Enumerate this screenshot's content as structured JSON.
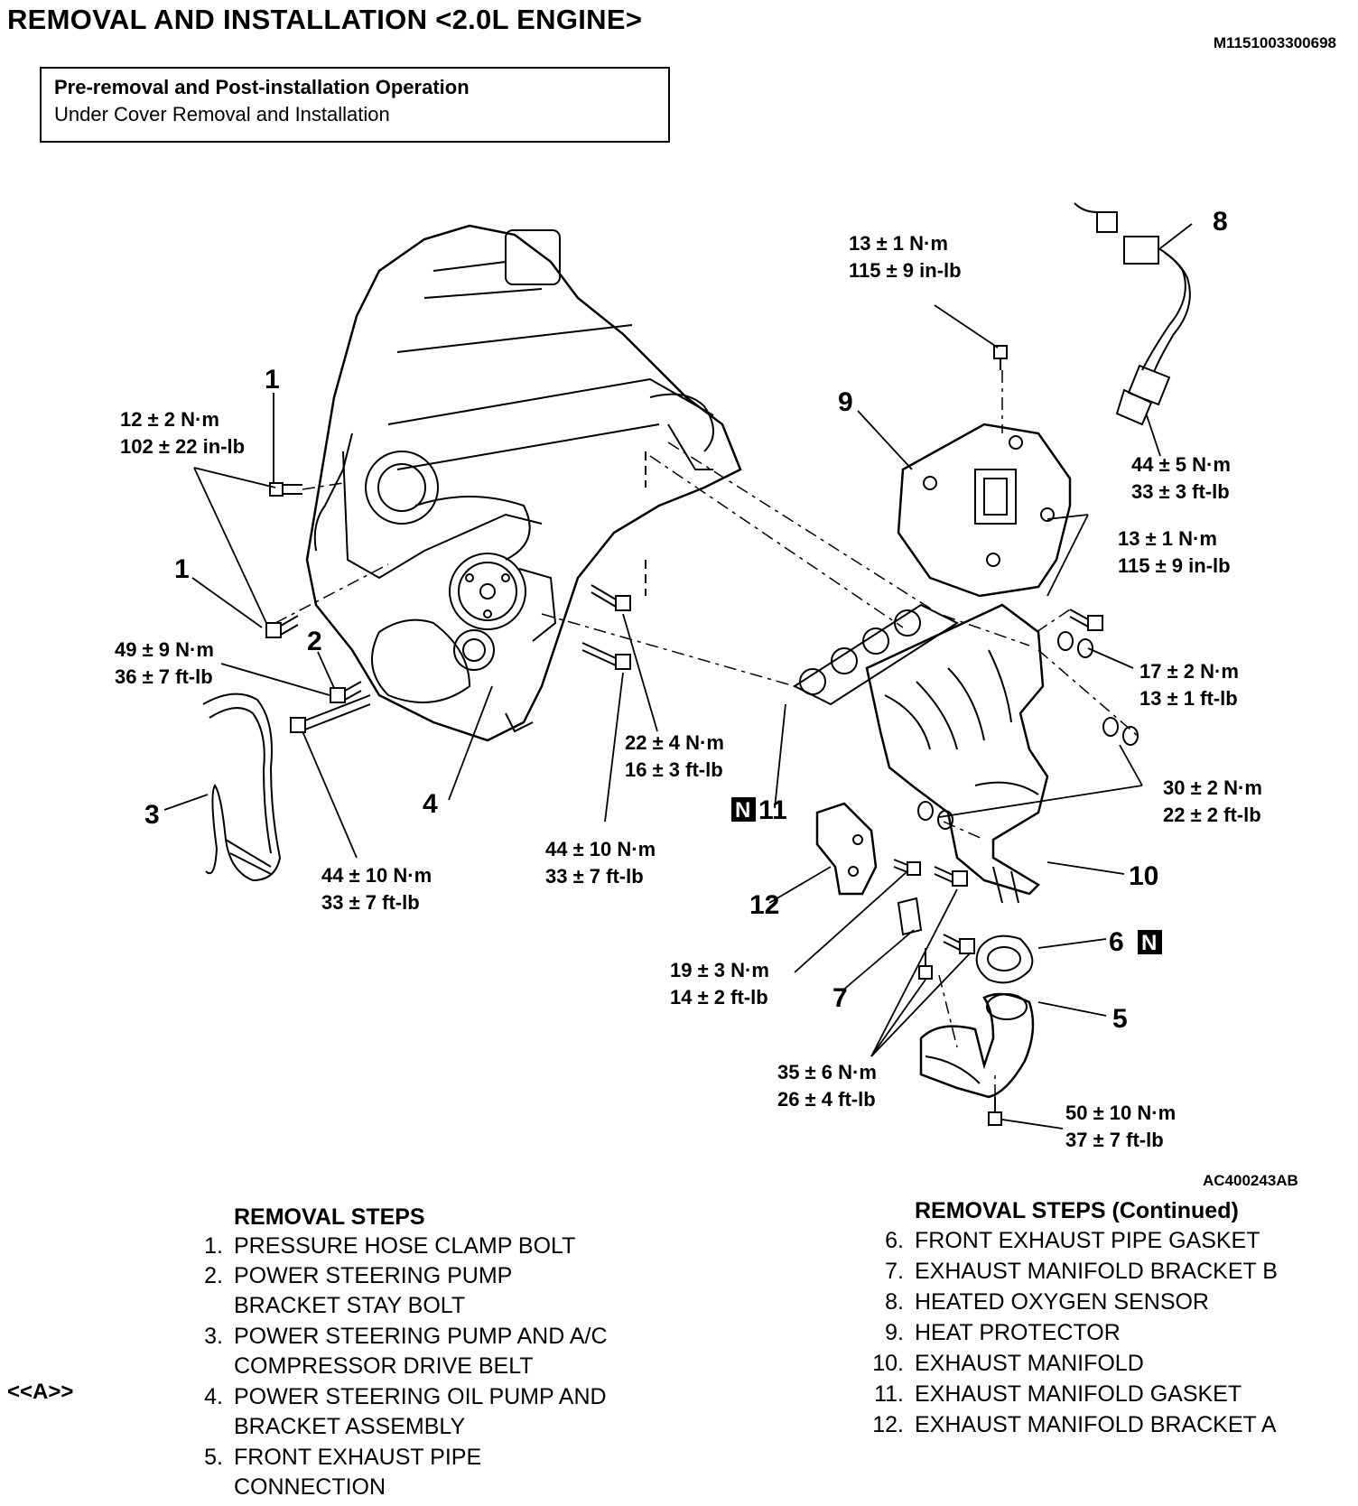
{
  "header": {
    "title": "REMOVAL AND INSTALLATION <2.0L ENGINE>",
    "doc_id": "M1151003300698"
  },
  "pre_removal": {
    "heading": "Pre-removal and Post-installation Operation",
    "item": "Under Cover Removal and Installation"
  },
  "diagram": {
    "figure_id": "AC400243AB",
    "callouts": {
      "c1a": "1",
      "c1b": "1",
      "c2": "2",
      "c3": "3",
      "c4": "4",
      "c5": "5",
      "c6": "6",
      "c7": "7",
      "c8": "8",
      "c9": "9",
      "c10": "10",
      "c11": "11",
      "c12": "12"
    },
    "new_part_marker": "N",
    "torques": {
      "t1_nm": "12 ± 2 N·m",
      "t1_imp": "102 ± 22 in-lb",
      "t2_nm": "49 ± 9 N·m",
      "t2_imp": "36 ± 7 ft-lb",
      "t3_nm": "44 ± 10 N·m",
      "t3_imp": "33 ± 7 ft-lb",
      "t4_nm": "22 ± 4 N·m",
      "t4_imp": "16 ± 3 ft-lb",
      "t5_nm": "44 ± 10 N·m",
      "t5_imp": "33 ± 7 ft-lb",
      "t6_nm": "13 ± 1 N·m",
      "t6_imp": "115 ± 9 in-lb",
      "t7_nm": "44 ± 5 N·m",
      "t7_imp": "33 ± 3 ft-lb",
      "t8_nm": "13 ± 1 N·m",
      "t8_imp": "115 ± 9 in-lb",
      "t9_nm": "17 ± 2 N·m",
      "t9_imp": "13 ± 1 ft-lb",
      "t10_nm": "30 ± 2 N·m",
      "t10_imp": "22 ± 2 ft-lb",
      "t11_nm": "19 ± 3 N·m",
      "t11_imp": "14 ± 2 ft-lb",
      "t12_nm": "35 ± 6 N·m",
      "t12_imp": "26 ± 4 ft-lb",
      "t13_nm": "50 ± 10 N·m",
      "t13_imp": "37 ± 7 ft-lb"
    }
  },
  "steps_left": {
    "title": "REMOVAL STEPS",
    "items": [
      {
        "num": "1.",
        "text": "PRESSURE HOSE CLAMP BOLT"
      },
      {
        "num": "2.",
        "text": "POWER STEERING PUMP\nBRACKET STAY BOLT"
      },
      {
        "num": "3.",
        "text": "POWER STEERING PUMP AND A/C\nCOMPRESSOR DRIVE BELT"
      },
      {
        "num": "4.",
        "text": "POWER STEERING OIL PUMP AND\nBRACKET ASSEMBLY"
      },
      {
        "num": "5.",
        "text": "FRONT EXHAUST PIPE\nCONNECTION"
      }
    ],
    "note_marker": "<<A>>"
  },
  "steps_right": {
    "title": "REMOVAL STEPS (Continued)",
    "items": [
      {
        "num": "6.",
        "text": "FRONT EXHAUST PIPE GASKET"
      },
      {
        "num": "7.",
        "text": "EXHAUST MANIFOLD BRACKET B"
      },
      {
        "num": "8.",
        "text": "HEATED OXYGEN SENSOR"
      },
      {
        "num": "9.",
        "text": "HEAT PROTECTOR"
      },
      {
        "num": "10.",
        "text": "EXHAUST MANIFOLD"
      },
      {
        "num": "11.",
        "text": "EXHAUST MANIFOLD GASKET"
      },
      {
        "num": "12.",
        "text": "EXHAUST MANIFOLD BRACKET A"
      }
    ]
  }
}
